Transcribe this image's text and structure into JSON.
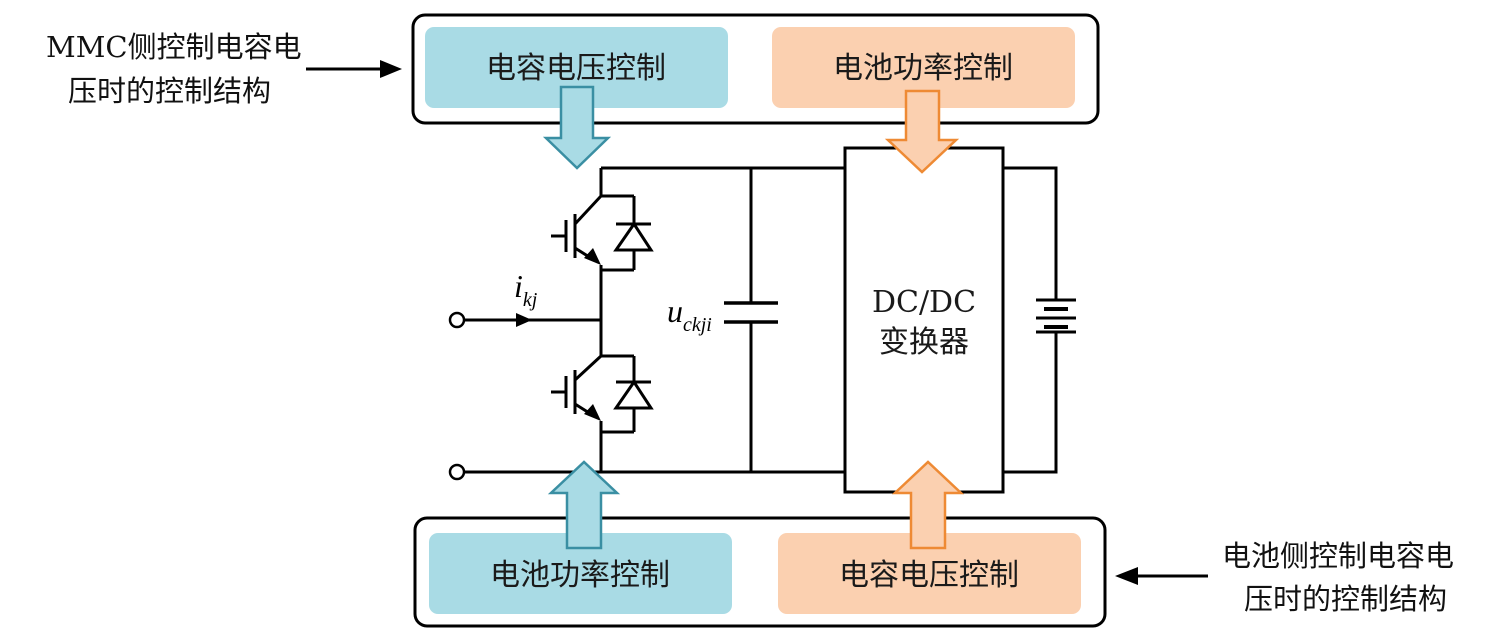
{
  "colors": {
    "blue_fill": "#a9dbe5",
    "blue_arrow": "#3a8fa3",
    "orange_fill": "#fbd0b0",
    "orange_arrow": "#ee8a34"
  },
  "top_panel": {
    "left_block": "电容电压控制",
    "right_block": "电池功率控制"
  },
  "bottom_panel": {
    "left_block": "电池功率控制",
    "right_block": "电容电压控制"
  },
  "annotations": {
    "top_left_line1": "MMC侧控制电容电",
    "top_left_line2": "压时的控制结构",
    "bottom_right_line1": "电池侧控制电容电",
    "bottom_right_line2": "压时的控制结构"
  },
  "converter": {
    "line1": "DC/DC",
    "line2": "变换器"
  },
  "current_label": {
    "symbol": "i",
    "subscript": "kj"
  },
  "voltage_label": {
    "symbol": "u",
    "subscript": "ckji"
  }
}
